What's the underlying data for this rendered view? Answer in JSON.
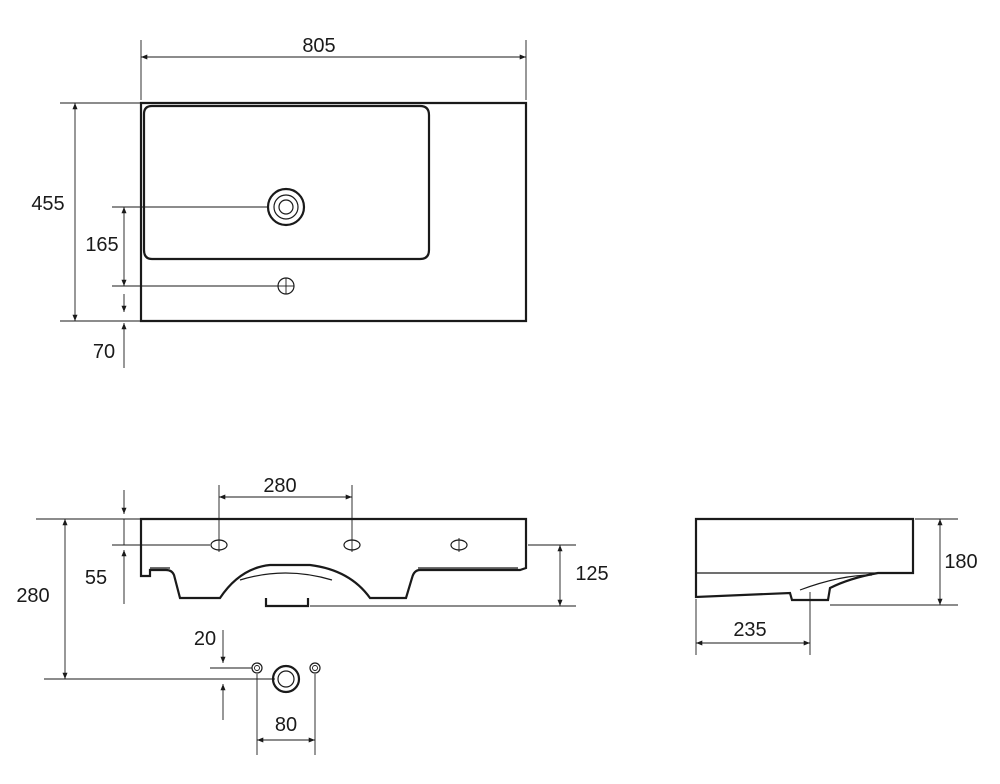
{
  "top_view": {
    "width_label": "805",
    "depth_label": "455",
    "drain_offset_label": "165",
    "edge_offset_label": "70"
  },
  "front_view": {
    "hole_spacing_label": "280",
    "hole_height_label": "55",
    "total_height_label": "280",
    "basin_height_label": "125",
    "waste_offset_label": "20",
    "fixing_spacing_label": "80"
  },
  "side_view": {
    "height_label": "180",
    "depth_label": "235"
  }
}
